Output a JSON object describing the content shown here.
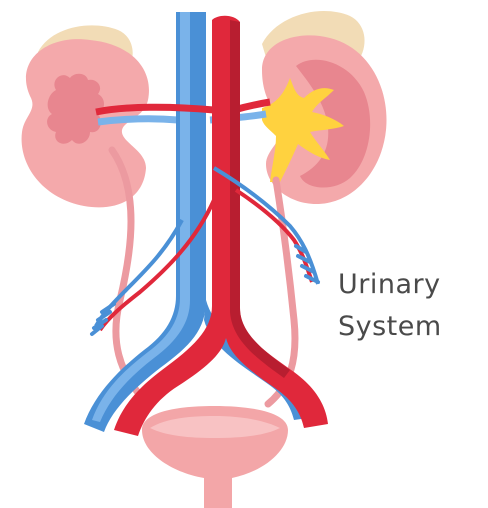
{
  "diagram": {
    "label_line_1": "Urinary",
    "label_line_2": "System",
    "colors": {
      "kidney": "#f4a9ab",
      "kidney_shadow": "#e8868f",
      "renal_pelvis": "#ffd23f",
      "adrenal": "#f2dcb6",
      "artery": "#e0283b",
      "artery_dark": "#b81e30",
      "vein": "#4a90d6",
      "vein_light": "#7ab3ea",
      "ureter": "#ec9aa0",
      "bladder": "#f3a6a8",
      "text": "#4a4a4a"
    },
    "parts": [
      "adrenal-gland",
      "kidney",
      "renal-pelvis",
      "aorta",
      "vena-cava",
      "ureter",
      "bladder",
      "urethra",
      "iliac-artery",
      "iliac-vein",
      "gonadal-vessels"
    ]
  }
}
